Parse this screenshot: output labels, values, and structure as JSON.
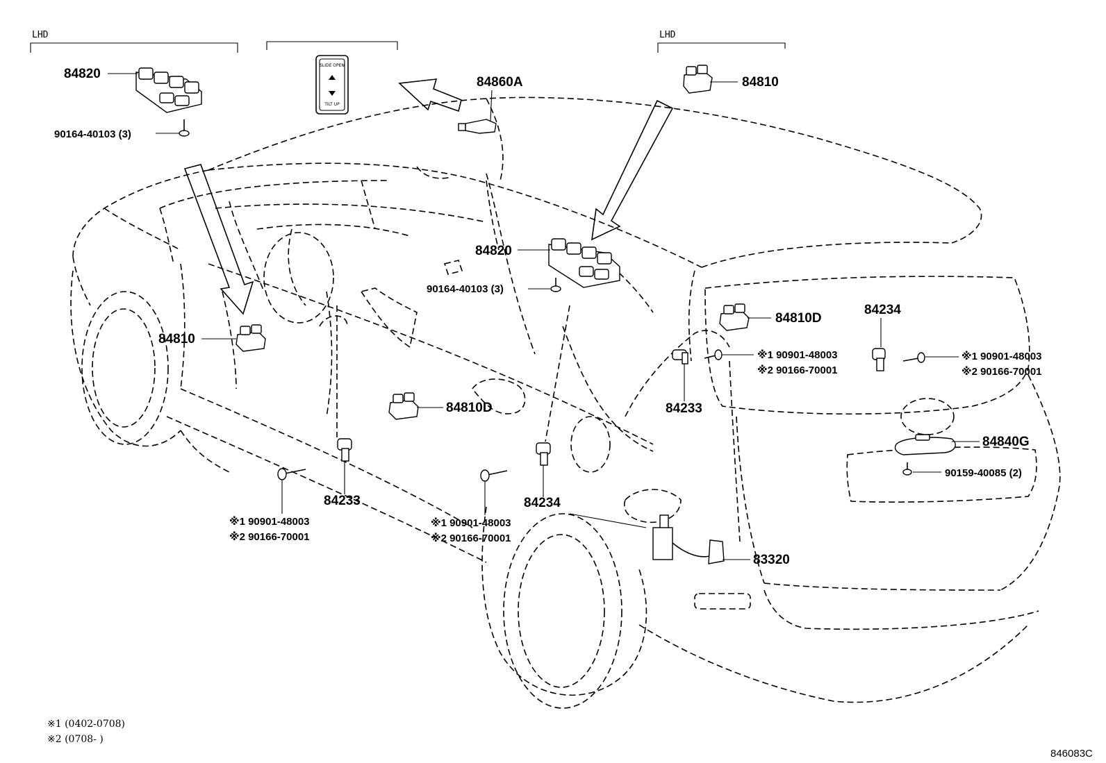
{
  "brackets": [
    {
      "label": "LHD"
    },
    {
      "label": ""
    },
    {
      "label": "LHD"
    }
  ],
  "inset_switch": {
    "top_text": "SLIDE OPEN",
    "bottom_text": "TILT UP"
  },
  "labels": {
    "p84820_top": "84820",
    "p90164_top": "90164-40103 (3)",
    "p84860A": "84860A",
    "p84810_top": "84810",
    "p84820_mid": "84820",
    "p90164_mid": "90164-40103 (3)",
    "p84810_left": "84810",
    "p84810D_right": "84810D",
    "p84234_right": "84234",
    "p84810D_mid": "84810D",
    "p84233_right": "84233",
    "p84233_left": "84233",
    "p84234_mid": "84234",
    "p84840G": "84840G",
    "p90159": "90159-40085 (2)",
    "p83320": "83320"
  },
  "screw_refs": [
    {
      "l1": "※1 90901-48003",
      "l2": "※2 90166-70001"
    },
    {
      "l1": "※1 90901-48003",
      "l2": "※2 90166-70001"
    },
    {
      "l1": "※1 90901-48003",
      "l2": "※2 90166-70001"
    },
    {
      "l1": "※1 90901-48003",
      "l2": "※2 90166-70001"
    }
  ],
  "notes": [
    "※1  (0402-0708)",
    "※2  (0708-       )"
  ],
  "diagram_code": "846083C"
}
